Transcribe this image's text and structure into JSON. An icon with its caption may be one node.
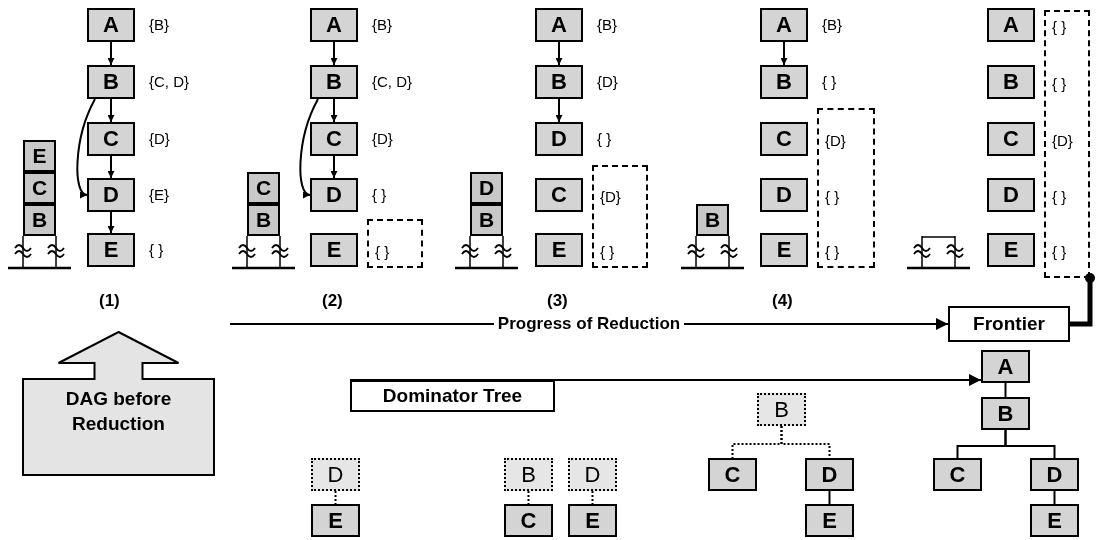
{
  "diagram": {
    "nodes": [
      {
        "text": [
          "A"
        ],
        "beside": [
          "{B}"
        ]
      },
      {
        "text": [
          "B"
        ],
        "beside": [
          "{C, D}"
        ]
      },
      {
        "text": [
          "C"
        ],
        "beside": [
          "{D}"
        ]
      },
      {
        "text": [
          "D"
        ],
        "beside": [
          "{E}"
        ]
      },
      {
        "text": [
          "E"
        ],
        "beside": [
          "{ }"
        ]
      },
      {
        "text": [
          "E"
        ]
      },
      {
        "text": [
          "C"
        ]
      },
      {
        "text": [
          "B"
        ]
      },
      {
        "text": [
          "A"
        ],
        "beside": [
          "{B}"
        ]
      },
      {
        "text": [
          "B"
        ],
        "beside": [
          "{C, D}"
        ]
      },
      {
        "text": [
          "C"
        ],
        "beside": [
          "{D}"
        ]
      },
      {
        "text": [
          "D"
        ],
        "beside": [
          "{ }"
        ]
      },
      {
        "text": [
          "E"
        ]
      },
      {
        "text": [
          "{ }"
        ]
      },
      {
        "text": [
          "C"
        ]
      },
      {
        "text": [
          "B"
        ]
      },
      {
        "text": [
          "A"
        ],
        "beside": [
          "{B}"
        ]
      },
      {
        "text": [
          "B"
        ],
        "beside": [
          "{D}"
        ]
      },
      {
        "text": [
          "D"
        ],
        "beside": [
          "{ }"
        ]
      },
      {
        "text": [
          "C"
        ]
      },
      {
        "text": [
          "E"
        ]
      },
      {
        "text": [
          "{D}",
          "{ }"
        ]
      },
      {
        "text": [
          "D"
        ]
      },
      {
        "text": [
          "B"
        ]
      },
      {
        "text": [
          "A"
        ],
        "beside": [
          "{B}"
        ]
      },
      {
        "text": [
          "B"
        ],
        "beside": [
          "{ }"
        ]
      },
      {
        "text": [
          "C"
        ]
      },
      {
        "text": [
          "D"
        ]
      },
      {
        "text": [
          "E"
        ]
      },
      {
        "text": [
          "{D}",
          "{ }",
          "{ }"
        ]
      },
      {
        "text": [
          "B"
        ]
      },
      {
        "text": [
          "A"
        ]
      },
      {
        "text": [
          "B"
        ]
      },
      {
        "text": [
          "C"
        ]
      },
      {
        "text": [
          "D"
        ]
      },
      {
        "text": [
          "E"
        ]
      },
      {
        "text": [
          "{ }",
          "{ }",
          "{D}",
          "{ }",
          "{ }"
        ]
      },
      {
        "text": [
          "Frontier"
        ]
      },
      {
        "text": [
          "DAG before Reduction"
        ]
      },
      {
        "text": [
          "Dominator Tree"
        ]
      },
      {
        "text": [
          "D"
        ]
      },
      {
        "text": [
          "E"
        ]
      },
      {
        "text": [
          "B"
        ]
      },
      {
        "text": [
          "D"
        ]
      },
      {
        "text": [
          "C"
        ]
      },
      {
        "text": [
          "E"
        ]
      },
      {
        "text": [
          "B"
        ]
      },
      {
        "text": [
          "C"
        ]
      },
      {
        "text": [
          "D"
        ]
      },
      {
        "text": [
          "E"
        ]
      },
      {
        "text": [
          "A"
        ]
      },
      {
        "text": [
          "B"
        ]
      },
      {
        "text": [
          "C"
        ]
      },
      {
        "text": [
          "D"
        ]
      },
      {
        "text": [
          "E"
        ]
      }
    ],
    "edges": [
      {
        "from": 0,
        "to": 1,
        "arrow": "to"
      },
      {
        "from": 1,
        "to": 2,
        "arrow": "to"
      },
      {
        "from": 2,
        "to": 3,
        "arrow": "to"
      },
      {
        "from": 3,
        "to": 4,
        "arrow": "to"
      },
      {
        "from": 1,
        "to": 3,
        "arrow": "to"
      },
      {
        "from": 8,
        "to": 9,
        "arrow": "to"
      },
      {
        "from": 9,
        "to": 10,
        "arrow": "to"
      },
      {
        "from": 10,
        "to": 11,
        "arrow": "to"
      },
      {
        "from": 9,
        "to": 11,
        "arrow": "to"
      },
      {
        "from": 16,
        "to": 17,
        "arrow": "to"
      },
      {
        "from": 17,
        "to": 18,
        "arrow": "to"
      },
      {
        "from": 24,
        "to": 25,
        "arrow": "to"
      },
      {
        "from": 36,
        "to": 37,
        "arrow": "other",
        "style": "thick"
      },
      {
        "from": null,
        "to": 37,
        "arrow": "to",
        "label": "Progress of Reduction"
      },
      {
        "from": 39,
        "to": 50,
        "arrow": "to"
      },
      {
        "from": 40,
        "to": 41,
        "arrow": "none",
        "style": "dashed"
      },
      {
        "from": 42,
        "to": 44,
        "arrow": "none",
        "style": "dashed"
      },
      {
        "from": 43,
        "to": 45,
        "arrow": "none",
        "style": "dashed"
      },
      {
        "from": 46,
        "to": 47,
        "arrow": "none",
        "style": "dashed"
      },
      {
        "from": 46,
        "to": 48,
        "arrow": "none",
        "style": "dashed"
      },
      {
        "from": 48,
        "to": 49,
        "arrow": "none"
      },
      {
        "from": 50,
        "to": 51,
        "arrow": "none"
      },
      {
        "from": 51,
        "to": 52,
        "arrow": "none"
      },
      {
        "from": 51,
        "to": 53,
        "arrow": "none"
      },
      {
        "from": 53,
        "to": 54,
        "arrow": "none"
      }
    ],
    "labels": [
      "(1)",
      "(2)",
      "(3)",
      "(4)"
    ]
  }
}
